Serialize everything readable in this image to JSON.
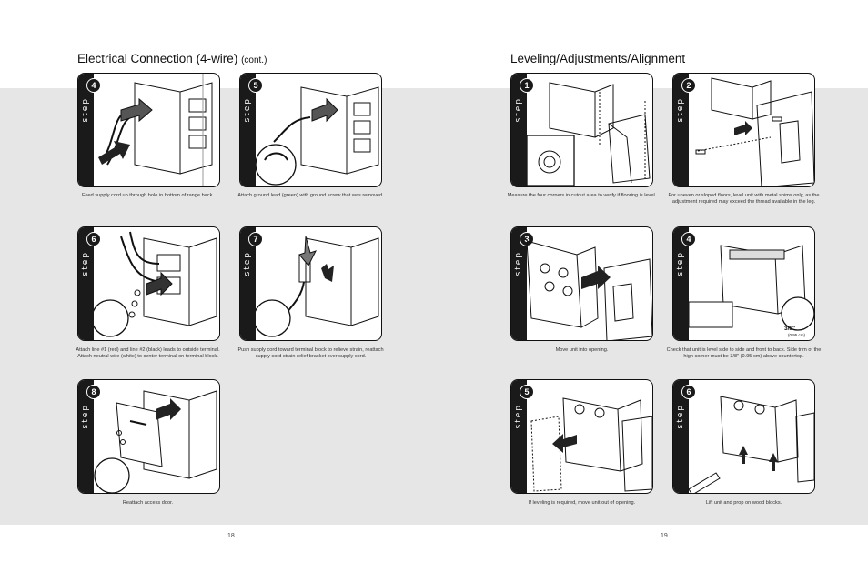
{
  "headings": {
    "left_main": "Electrical Connection (4-wire)",
    "left_suffix": "(cont.)",
    "right": "Leveling/Adjustments/Alignment"
  },
  "step_word": "step",
  "left_steps": [
    {
      "num": "4",
      "caption": "Feed supply cord up through hole in bottom of range back."
    },
    {
      "num": "5",
      "caption": "Attach ground lead (green) with ground screw that was removed."
    },
    {
      "num": "6",
      "caption": "Attach line #1 (red) and line #2 (black) leads to outside terminal. Attach neutral wire (white) to center terminal on terminal block."
    },
    {
      "num": "7",
      "caption": "Push supply cord toward terminal block to relieve strain, reattach supply cord strain relief bracket over supply cord."
    },
    {
      "num": "8",
      "caption": "Reattach access door."
    }
  ],
  "right_steps": [
    {
      "num": "1",
      "caption": "Measure the four corners in cutout area to verify if flooring is level."
    },
    {
      "num": "2",
      "caption": "For uneven or sloped floors, level unit with metal shims only, as the adjustment required may exceed the thread available in the leg."
    },
    {
      "num": "3",
      "caption": "Move unit into opening."
    },
    {
      "num": "4",
      "caption": "Check that unit is level side to side and front to back. Side trim of the high corner must be 3/8\" (0.95 cm) above countertop.",
      "callout": "3/8\"",
      "callout_sub": "(0.95 cm)"
    },
    {
      "num": "5",
      "caption": "If leveling is required, move unit out of opening."
    },
    {
      "num": "6",
      "caption": "Lift unit and prop on wood blocks."
    }
  ],
  "pages": {
    "left": "18",
    "right": "19"
  },
  "colors": {
    "band": "#e6e6e6",
    "strip": "#1a1a1a",
    "line": "#111111"
  }
}
